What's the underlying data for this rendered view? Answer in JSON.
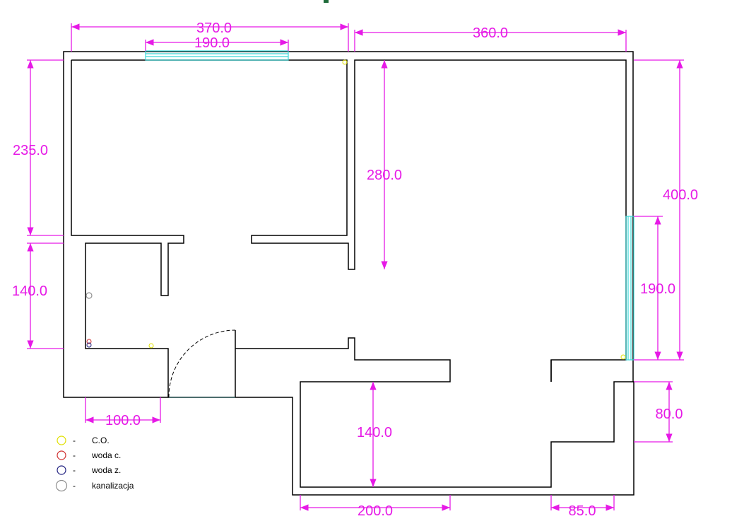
{
  "colors": {
    "dimension": "#e619e6",
    "wall": "#000000",
    "window": "#38d8d8",
    "co": "#e0e000",
    "hot_water": "#d03030",
    "cold_water": "#202080",
    "sewer": "#909090"
  },
  "dimensions": {
    "d370": "370.0",
    "d190_top": "190.0",
    "d360": "360.0",
    "d235": "235.0",
    "d280": "280.0",
    "d400": "400.0",
    "d140_left": "140.0",
    "d190_right": "190.0",
    "d100": "100.0",
    "d140_bottom": "140.0",
    "d80": "80.0",
    "d200": "200.0",
    "d85": "85.0"
  },
  "legend": [
    {
      "symbol": "co",
      "dash": "-",
      "label": "C.O."
    },
    {
      "symbol": "hot_water",
      "dash": "-",
      "label": "woda c."
    },
    {
      "symbol": "cold_water",
      "dash": "-",
      "label": "woda z."
    },
    {
      "symbol": "sewer",
      "dash": "-",
      "label": "kanalizacja"
    }
  ]
}
